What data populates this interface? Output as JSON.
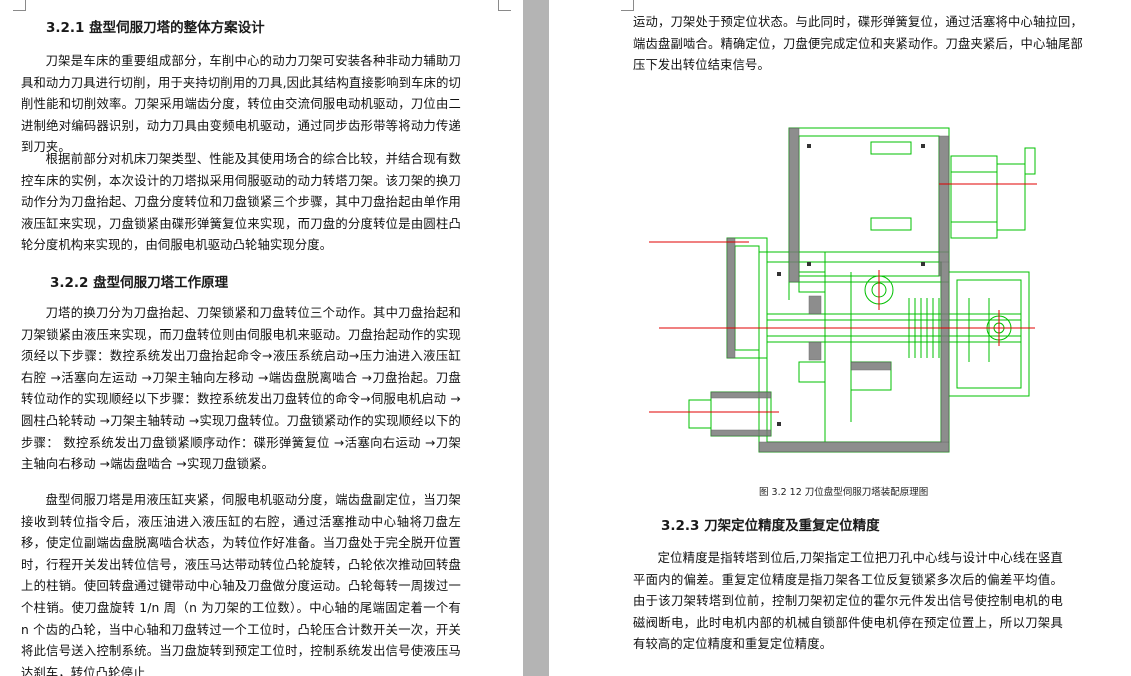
{
  "left_page": {
    "heading_1": "3.2.1  盘型伺服刀塔的整体方案设计",
    "para_1": "刀架是车床的重要组成部分，车削中心的动力刀架可安装各种非动力辅助刀具和动力刀具进行切削，用于夹持切削用的刀具,因此其结构直接影响到车床的切削性能和切削效率。刀架采用端齿分度，转位由交流伺服电动机驱动，刀位由二进制绝对编码器识别，动力刀具由变频电机驱动，通过同步齿形带等将动力传递到刀夹。",
    "para_2": "根据前部分对机床刀架类型、性能及其使用场合的综合比较，并结合现有数控车床的实例，本次设计的刀塔拟采用伺服驱动的动力转塔刀架。该刀架的换刀动作分为刀盘抬起、刀盘分度转位和刀盘锁紧三个步骤，其中刀盘抬起由单作用液压缸来实现，刀盘锁紧由碟形弹簧复位来实现，而刀盘的分度转位是由圆柱凸轮分度机构来实现的，由伺服电机驱动凸轮轴实现分度。",
    "heading_2": "3.2.2    盘型伺服刀塔工作原理",
    "para_3": "刀塔的换刀分为刀盘抬起、刀架锁紧和刀盘转位三个动作。其中刀盘抬起和刀架锁紧由液压来实现，而刀盘转位则由伺服电机来驱动。刀盘抬起动作的实现须经以下步骤：数控系统发出刀盘抬起命令→液压系统启动→压力油进入液压缸右腔 →活塞向左运动 →刀架主轴向左移动 →端齿盘脱离啮合 →刀盘抬起。刀盘转位动作的实现顺经以下步骤：数控系统发出刀盘转位的命令→伺服电机启动 →圆柱凸轮转动 →刀架主轴转动 →实现刀盘转位。刀盘锁紧动作的实现顺经以下的步骤：   数控系统发出刀盘锁紧顺序动作：碟形弹簧复位 →活塞向右运动 →刀架主轴向右移动 →端齿盘啮合 →实现刀盘锁紧。",
    "para_4": "盘型伺服刀塔是用液压缸夹紧，伺服电机驱动分度，端齿盘副定位，当刀架接收到转位指令后，液压油进入液压缸的右腔，通过活塞推动中心轴将刀盘左移，使定位副端齿盘脱离啮合状态，为转位作好准备。当刀盘处于完全脱开位置时，行程开关发出转位信号，液压马达带动转位凸轮旋转，凸轮依次推动回转盘上的柱销。使回转盘通过键带动中心轴及刀盘做分度运动。凸轮每转一周拨过一个柱销。使刀盘旋转 1/n 周（n 为刀架的工位数）。中心轴的尾端固定着一个有 n 个齿的凸轮，当中心轴和刀盘转过一个工位时，凸轮压合计数开关一次，开关将此信号送入控制系统。当刀盘旋转到预定工位时，控制系统发出信号使液压马达刹车，转位凸轮停止"
  },
  "right_page": {
    "para_5": "运动，刀架处于预定位状态。与此同时，碟形弹簧复位，通过活塞将中心轴拉回，端齿盘副啮合。精确定位，刀盘便完成定位和夹紧动作。刀盘夹紧后，中心轴尾部压下发出转位结束信号。",
    "figure_caption": "图 3.2 12 刀位盘型伺服刀塔装配原理图",
    "heading_3": "3.2.3  刀架定位精度及重复定位精度",
    "para_6": "定位精度是指转塔到位后,刀架指定工位把刀孔中心线与设计中心线在竖直平面内的偏差。重复定位精度是指刀架各工位反复锁紧多次后的偏差平均值。由于该刀架转塔到位前，控制刀架初定位的霍尔元件发出信号使控制电机的电磁阀断电，此时电机内部的机械自锁部件使电机停在预定位置上，所以刀架具有较高的定位精度和重复定位精度。"
  },
  "colors": {
    "drawing_green": "#00c000",
    "centerline_red": "#e00000",
    "hatch_gray": "#707070",
    "gutter": "#b4b4b4"
  }
}
